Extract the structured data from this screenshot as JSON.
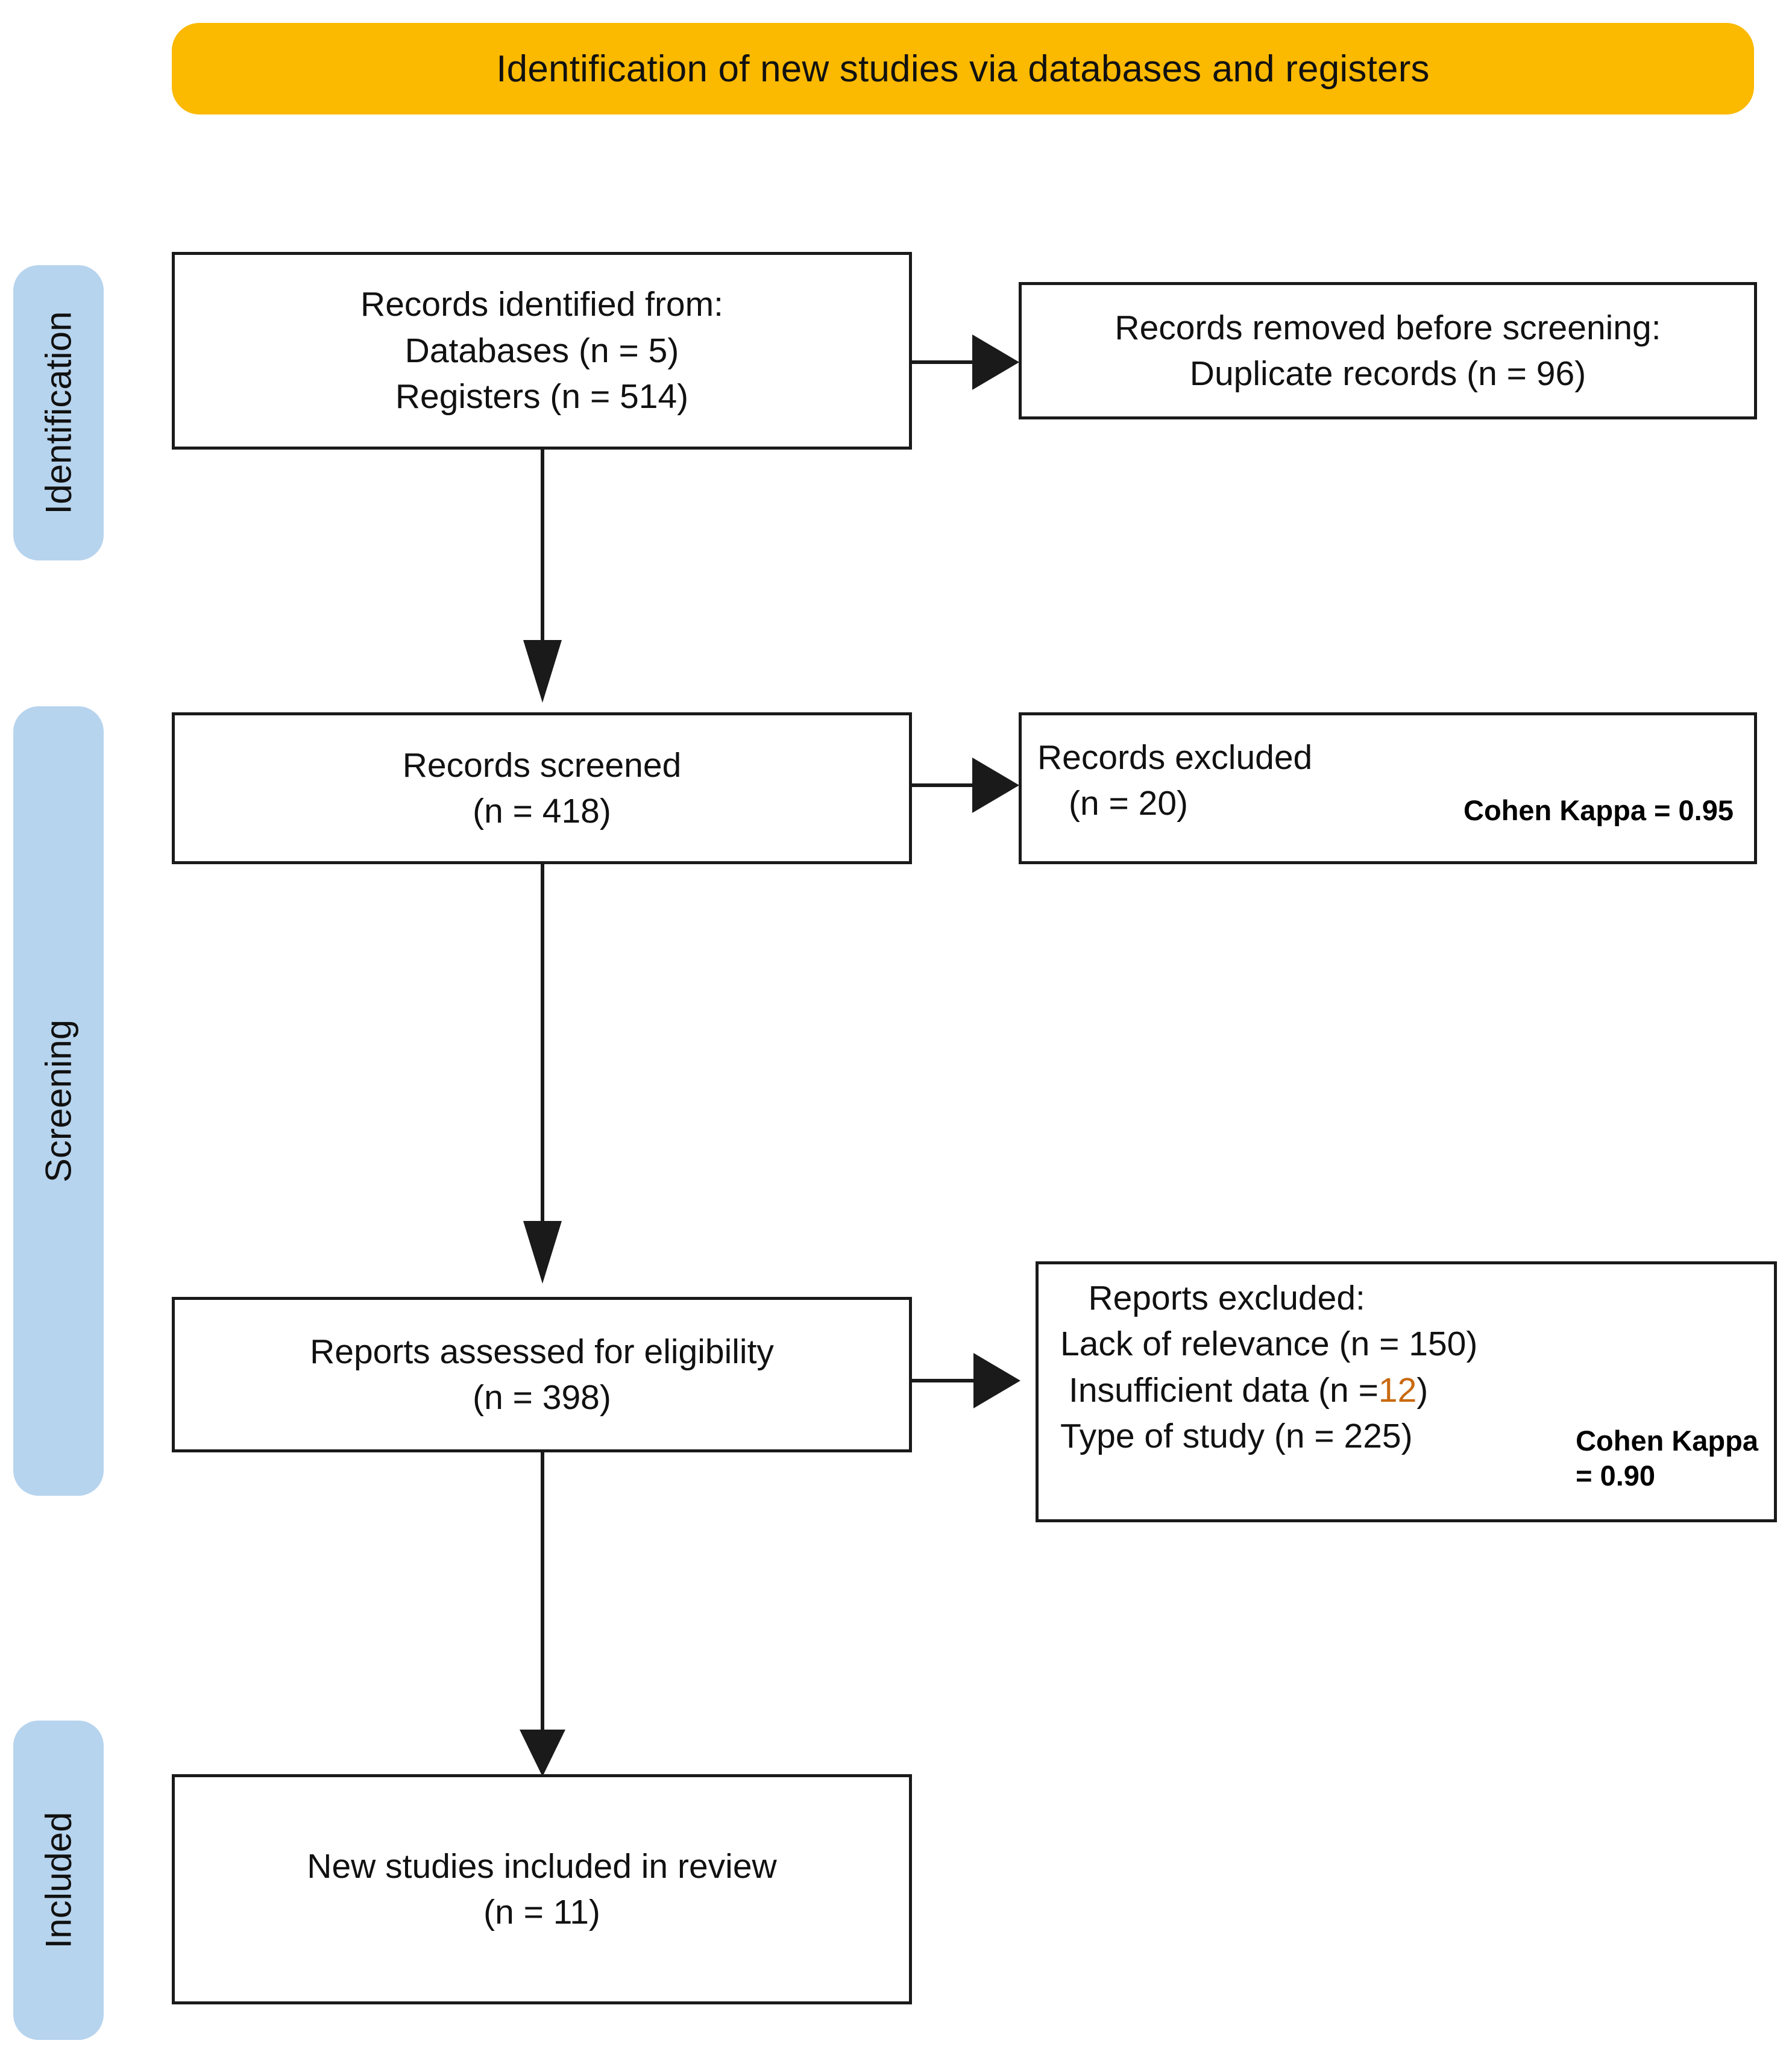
{
  "banner": {
    "title": "Identification of new studies via databases and registers",
    "color": "#FBB900"
  },
  "stages": [
    {
      "label": "Identification",
      "color": "#B7D4EE"
    },
    {
      "label": "Screening",
      "color": "#B7D4EE"
    },
    {
      "label": "Included",
      "color": "#B7D4EE"
    }
  ],
  "boxes": {
    "identified": {
      "lines": [
        "Records identified from:",
        "Databases (n = 5)",
        "Registers (n = 514)"
      ]
    },
    "removed": {
      "lines": [
        "Records removed before screening:",
        "Duplicate records (n = 96)"
      ]
    },
    "screened": {
      "lines": [
        "Records screened",
        "(n = 418)"
      ]
    },
    "records_excluded": {
      "line1": "Records excluded",
      "line2": "(n = 20)",
      "kappa": "Cohen Kappa = 0.95"
    },
    "assessed": {
      "lines": [
        "Reports assessed for eligibility",
        "(n = 398)"
      ]
    },
    "reports_excluded": {
      "heading": "Reports excluded:",
      "reason1": "Lack of relevance (n = 150)",
      "reason2_pre": "Insufficient data (n = ",
      "reason2_value": "12",
      "reason2_post": " )",
      "reason3": "Type of study (n = 225)",
      "kappa_line1": "Cohen Kappa",
      "kappa_line2": "= 0.90"
    },
    "included": {
      "lines": [
        "New studies included in review",
        "(n = 11)"
      ]
    }
  },
  "connectors": {
    "identified_to_removed": "arrow-right",
    "identified_to_screened": "arrow-down",
    "screened_to_excluded": "arrow-right",
    "screened_to_assessed": "arrow-down",
    "assessed_to_reports_excluded": "arrow-right",
    "assessed_to_included": "arrow-down"
  }
}
